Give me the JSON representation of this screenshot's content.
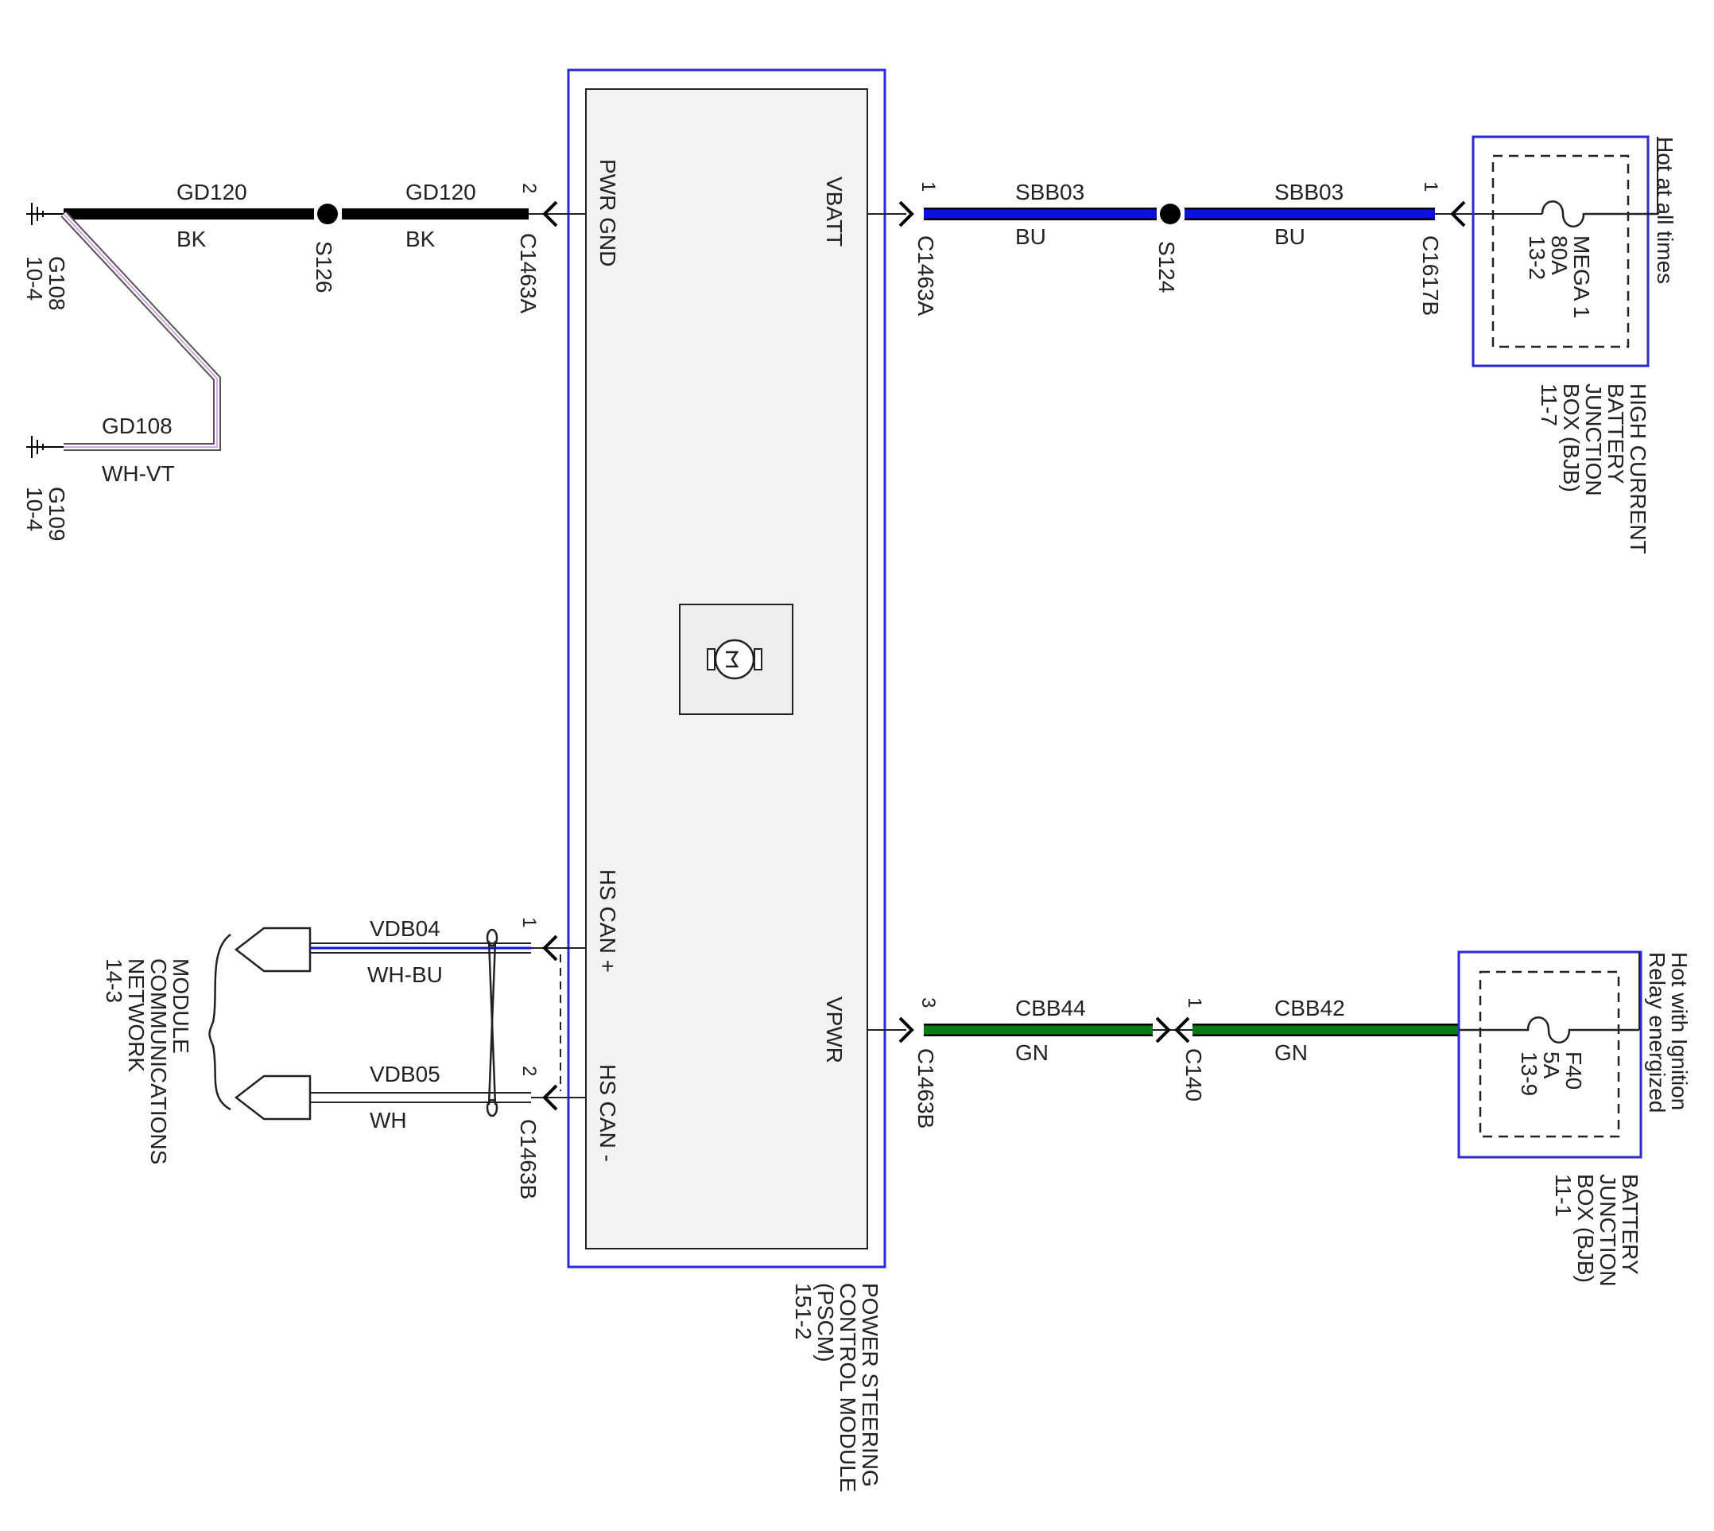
{
  "module": {
    "name_lines": [
      "POWER STEERING",
      "CONTROL MODULE",
      "(PSCM)",
      "151-2"
    ],
    "pins": {
      "pwr_gnd": "PWR GND",
      "vbatt": "VBATT",
      "hs_can_plus": "HS CAN +",
      "hs_can_minus": "HS CAN -",
      "vpwr": "VPWR"
    },
    "icon": "motor-icon"
  },
  "ground_circuit": {
    "wire1": {
      "circuit": "GD120",
      "color": "BK"
    },
    "wire2": {
      "circuit": "GD120",
      "color": "BK"
    },
    "splice": "S126",
    "pin": "2",
    "connector": "C1463A",
    "ground1": {
      "id": "G108",
      "ref": "10-4"
    },
    "ground2": {
      "id": "G109",
      "ref": "10-4"
    },
    "branch": {
      "circuit": "GD108",
      "color": "WH-VT"
    }
  },
  "battery_circuit": {
    "module_pin": "1",
    "module_connector": "C1463A",
    "wire1": {
      "circuit": "SBB03",
      "color": "BU"
    },
    "wire2": {
      "circuit": "SBB03",
      "color": "BU"
    },
    "splice": "S124",
    "box_pin": "1",
    "box_connector": "C1617B",
    "fuse": {
      "name": "MEGA 1",
      "rating": "80A",
      "ref": "13-2"
    },
    "supply_note": "Hot at all times",
    "box_lines": [
      "HIGH CURRENT",
      "BATTERY",
      "JUNCTION",
      "BOX (BJB)",
      "11-7"
    ]
  },
  "can_circuit": {
    "wire1": {
      "circuit": "VDB04",
      "color": "WH-BU",
      "pin": "1"
    },
    "wire2": {
      "circuit": "VDB05",
      "color": "WH",
      "pin": "2"
    },
    "connector": "C1463B",
    "network_lines": [
      "MODULE",
      "COMMUNICATIONS",
      "NETWORK",
      "14-3"
    ]
  },
  "vpwr_circuit": {
    "module_pin": "3",
    "module_connector": "C1463B",
    "wire1": {
      "circuit": "CBB44",
      "color": "GN"
    },
    "inline_pin": "1",
    "inline_connector": "C140",
    "wire2": {
      "circuit": "CBB42",
      "color": "GN"
    },
    "fuse": {
      "name": "F40",
      "rating": "5A",
      "ref": "13-9"
    },
    "supply_note": [
      "Hot with Ignition",
      "Relay energized"
    ],
    "box_lines": [
      "BATTERY",
      "JUNCTION",
      "BOX (BJB)",
      "11-1"
    ]
  },
  "colors": {
    "black_wire": "#000000",
    "blue_wire": "#1010dd",
    "green_wire": "#0a7a14",
    "violet_stripe": "#d9a6e6",
    "box_border": "#2a2ad6",
    "module_fill": "#f2f2f2"
  }
}
